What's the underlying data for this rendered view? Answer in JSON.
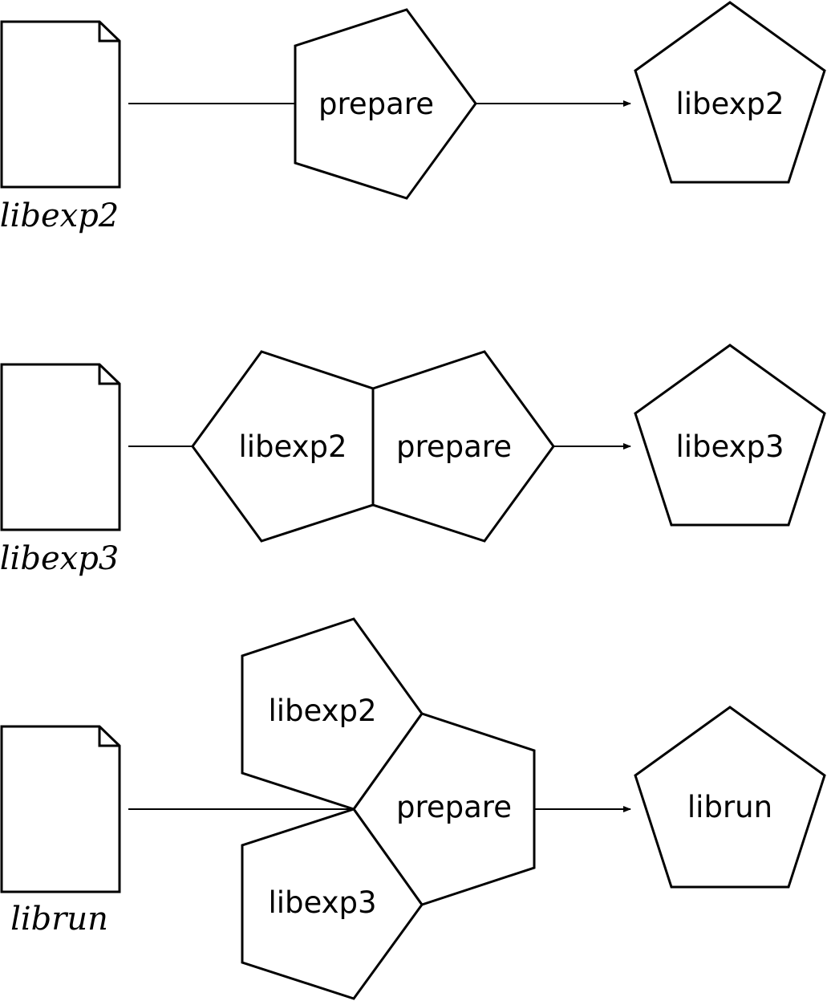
{
  "rows": [
    {
      "file_caption": "libexp2",
      "pieces": [
        "prepare"
      ],
      "result": "libexp2"
    },
    {
      "file_caption": "libexp3",
      "pieces": [
        "libexp2",
        "prepare"
      ],
      "result": "libexp3"
    },
    {
      "file_caption": "librun",
      "pieces": [
        "libexp2",
        "prepare",
        "libexp3"
      ],
      "result": "librun"
    }
  ]
}
